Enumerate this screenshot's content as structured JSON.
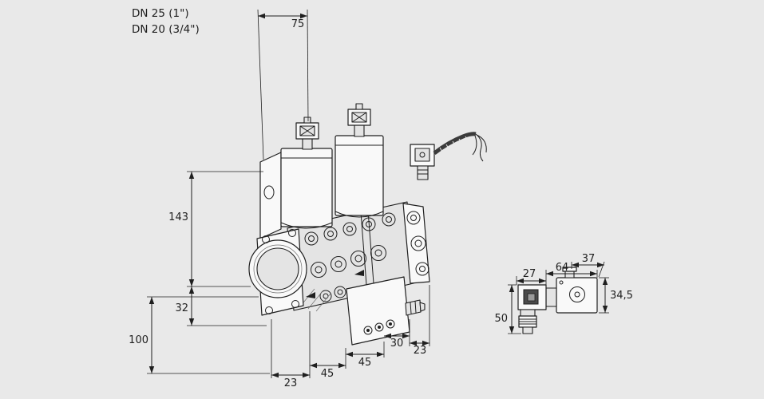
{
  "page": {
    "background": "#e9e9e9",
    "line_color": "#1f1f1f"
  },
  "product_labels": {
    "line1": "DN 25 (1\")",
    "line2": "DN 20 (3/4\")"
  },
  "main_valve_dimensions": {
    "top_width": "75",
    "body_height": "143",
    "flange_height": "32",
    "total_height": "100",
    "bottom_widths": [
      "23",
      "45",
      "45",
      "30",
      "23"
    ]
  },
  "accessory_dimensions": {
    "connector_width": "27",
    "total_width": "64",
    "top_depth": "37",
    "body_height": "34,5",
    "total_height": "50"
  }
}
